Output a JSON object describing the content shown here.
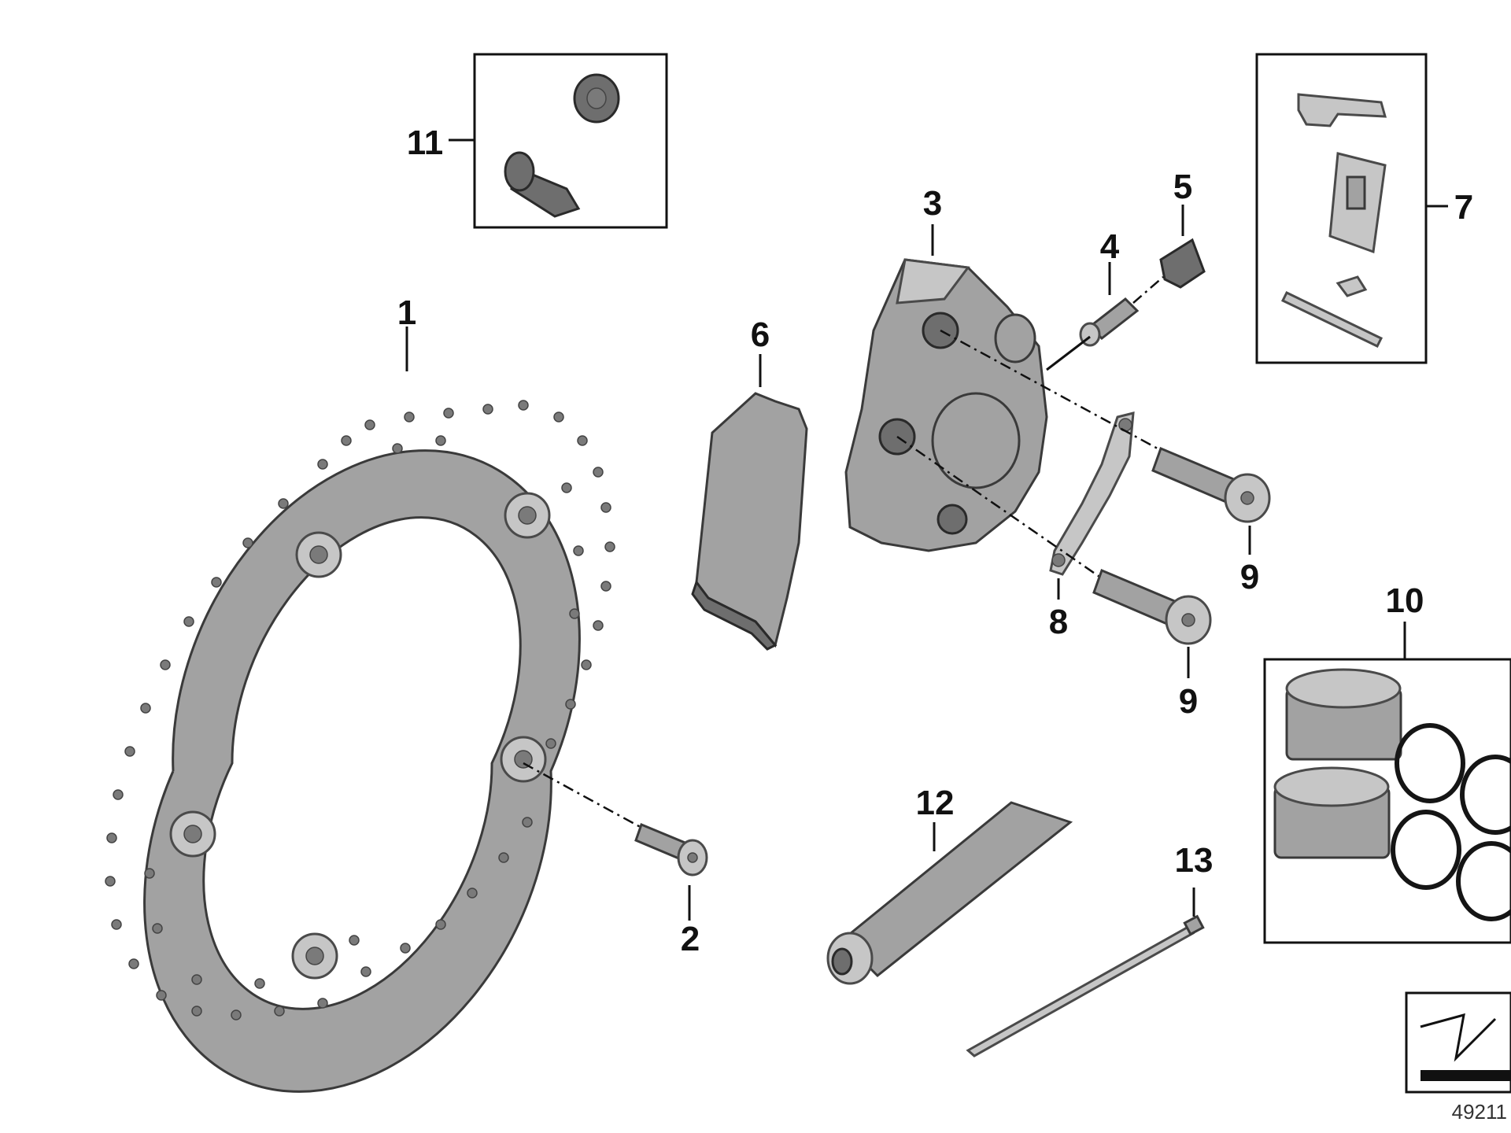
{
  "callouts": {
    "c1": "1",
    "c2": "2",
    "c3": "3",
    "c4": "4",
    "c5": "5",
    "c6": "6",
    "c7": "7",
    "c8": "8",
    "c9a": "9",
    "c9b": "9",
    "c10": "10",
    "c11": "11",
    "c12": "12",
    "c13": "13"
  },
  "document_number": "49211",
  "colors": {
    "part_fill": "#a2a2a2",
    "outline": "#111111",
    "background": "#ffffff"
  }
}
